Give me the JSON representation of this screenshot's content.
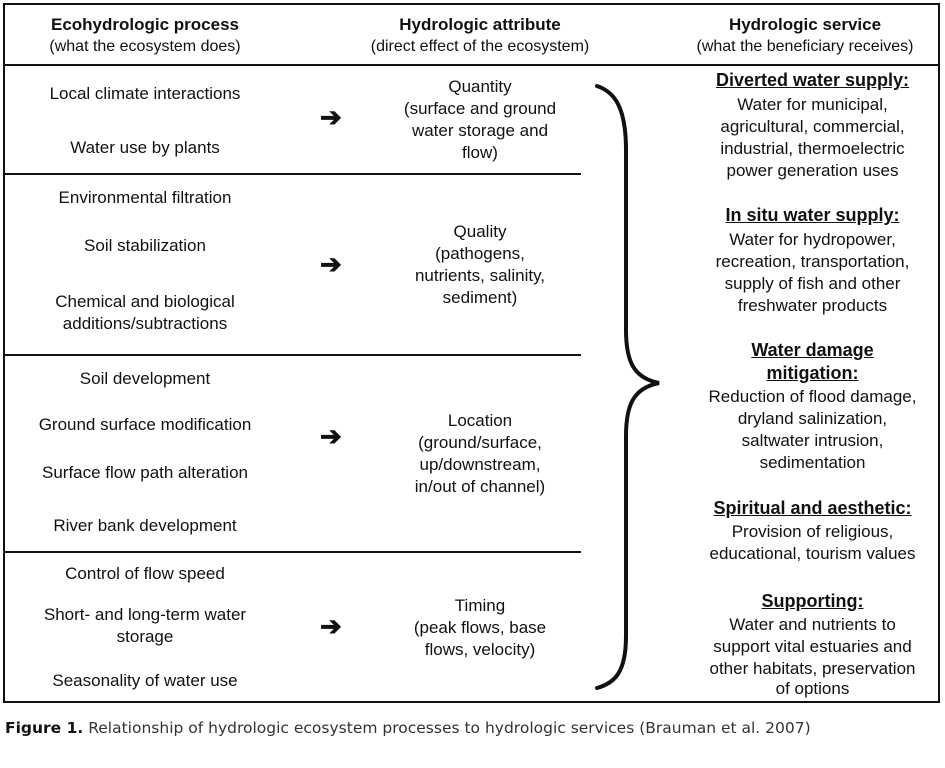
{
  "headers": {
    "process_title": "Ecohydrologic process",
    "process_sub": "(what the ecosystem does)",
    "attribute_title": "Hydrologic attribute",
    "attribute_sub": "(direct effect of the ecosystem)",
    "service_title": "Hydrologic service",
    "service_sub": "(what the beneficiary receives)"
  },
  "processes": [
    "Local climate interactions",
    "Water use by plants",
    "Environmental filtration",
    "Soil stabilization",
    "Chemical and biological",
    "additions/subtractions",
    "Soil development",
    "Ground surface modification",
    "Surface flow path alteration",
    "River bank development",
    "Control of flow speed",
    "Short- and long-term water",
    "storage",
    "Seasonality of water use"
  ],
  "attributes": [
    [
      "Quantity",
      "(surface and ground",
      "water storage and",
      "flow)"
    ],
    [
      "Quality",
      "(pathogens,",
      "nutrients, salinity,",
      "sediment)"
    ],
    [
      "Location",
      "(ground/surface,",
      "up/downstream,",
      "in/out of channel)"
    ],
    [
      "Timing",
      "(peak flows, base",
      "flows, velocity)"
    ]
  ],
  "services": [
    {
      "heading": [
        "Diverted water supply:"
      ],
      "lines": [
        "Water for municipal,",
        "agricultural, commercial,",
        "industrial, thermoelectric",
        "power generation uses"
      ]
    },
    {
      "heading": [
        "In situ water supply:"
      ],
      "lines": [
        "Water for hydropower,",
        "recreation, transportation,",
        "supply of fish and other",
        "freshwater products"
      ]
    },
    {
      "heading": [
        "Water damage",
        "mitigation:"
      ],
      "lines": [
        "Reduction of flood damage,",
        "dryland salinization,",
        "saltwater intrusion,",
        "sedimentation"
      ]
    },
    {
      "heading": [
        "Spiritual and aesthetic:"
      ],
      "lines": [
        "Provision of religious,",
        "educational, tourism values"
      ]
    },
    {
      "heading": [
        "Supporting:"
      ],
      "lines": [
        "Water and nutrients to",
        "support vital estuaries and",
        "other habitats, preservation",
        "of options"
      ]
    }
  ],
  "arrow_glyph": "➔",
  "caption": {
    "label": "Figure 1.",
    "text": " Relationship of hydrologic ecosystem processes to hydrologic services (Brauman et al. 2007)"
  }
}
